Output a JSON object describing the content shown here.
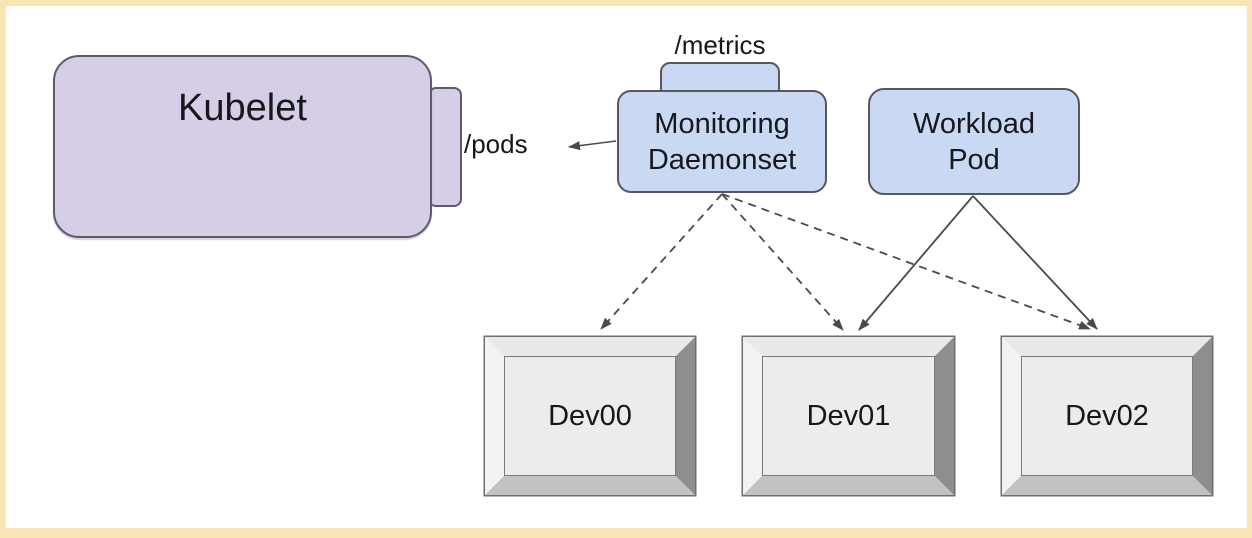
{
  "frame": {
    "border_color": "#f7e6b4",
    "background": "#ffffff"
  },
  "palette": {
    "purple_fill": "#d5cee6",
    "purple_stroke": "#5e5a6b",
    "blue_fill": "#c9d9f4",
    "blue_stroke": "#56585e",
    "edge_color": "#4a4a4a",
    "text_color": "#17171c",
    "device_face": "#ececec",
    "device_bevel_top": "#e9e9e9",
    "device_bevel_left": "#f2f2f2",
    "device_bevel_right": "#8e8e8e",
    "device_bevel_bottom": "#c2c2c2",
    "device_outline": "#6f6f6f"
  },
  "nodes": {
    "kubelet": {
      "label": "Kubelet",
      "endpoint_label": "/pods"
    },
    "monitoring_daemonset": {
      "label_line1": "Monitoring",
      "label_line2": "Daemonset",
      "endpoint_label": "/metrics"
    },
    "workload_pod": {
      "label_line1": "Workload",
      "label_line2": "Pod"
    },
    "devices": [
      {
        "label": "Dev00"
      },
      {
        "label": "Dev01"
      },
      {
        "label": "Dev02"
      }
    ]
  },
  "edges": [
    {
      "from": "monitoring_daemonset",
      "to": "kubelet_pods_endpoint",
      "style": "solid-arrow"
    },
    {
      "from": "monitoring_daemonset",
      "to": "dev00",
      "style": "dashed-arrow"
    },
    {
      "from": "monitoring_daemonset",
      "to": "dev01",
      "style": "dashed-arrow"
    },
    {
      "from": "monitoring_daemonset",
      "to": "dev02",
      "style": "dashed-arrow"
    },
    {
      "from": "workload_pod",
      "to": "dev01",
      "style": "solid-arrow"
    },
    {
      "from": "workload_pod",
      "to": "dev02",
      "style": "solid-arrow"
    }
  ]
}
